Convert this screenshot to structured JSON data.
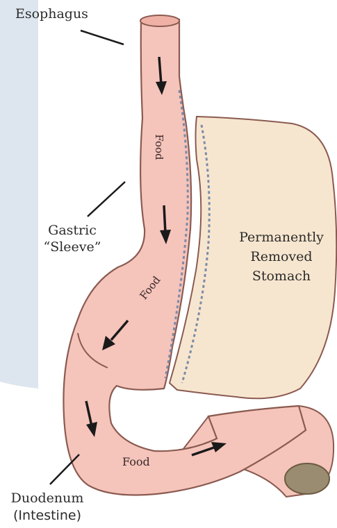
{
  "colors": {
    "background_panel": "#dde6ef",
    "esophagus_fill": "#f5c4bb",
    "removed_stomach_fill": "#f7e6cf",
    "outline": "#8a5a50",
    "staple_line": "#7b8aa8",
    "arrow": "#1a1a1a",
    "text": "#2b2b2b"
  },
  "labels": {
    "esophagus": "Esophagus",
    "gastric_line1": "Gastric",
    "gastric_line2": "“Sleeve”",
    "removed_line1": "Permanently",
    "removed_line2": "Removed",
    "removed_line3": "Stomach",
    "duodenum_line1": "Duodenum",
    "duodenum_line2": "(Intestine)",
    "food_upper": "Food",
    "food_middle": "Food",
    "food_lower": "Food"
  },
  "icons": [
    "arrow-down-icon",
    "arrow-down-left-icon",
    "arrow-right-icon"
  ]
}
